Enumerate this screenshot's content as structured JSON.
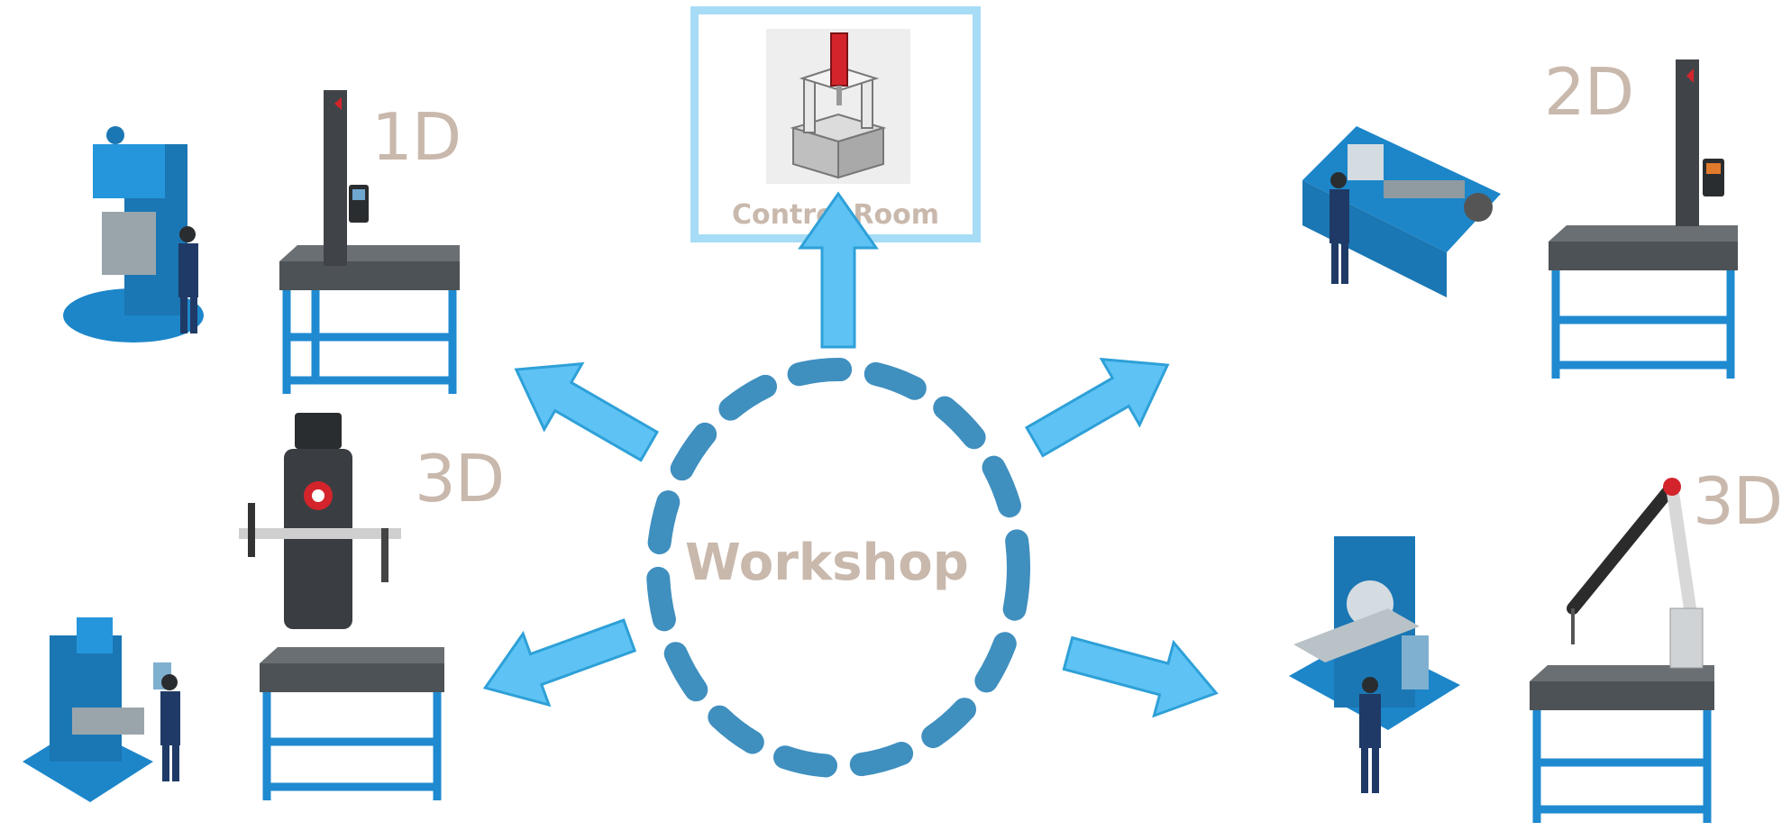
{
  "control_room": {
    "label": "Control Room"
  },
  "center": {
    "label": "Workshop"
  },
  "labels": {
    "top_left": "1D",
    "top_right": "2D",
    "mid_left": "3D",
    "mid_right": "3D"
  },
  "colors": {
    "arrow_fill": "#5ec3f4",
    "arrow_stroke": "#2ea0d8",
    "circle_dash": "#3f8fbf",
    "label_text": "#c9b8ac",
    "machine_blue": "#1c86c9",
    "table_frame": "#1f8ad0",
    "granite": "#555a5e",
    "box_border": "#a6dcf6"
  },
  "icons": [
    "cmm-machine-icon",
    "height-gauge-icon",
    "portable-cmm-icon",
    "measuring-arm-icon",
    "press-machine-icon",
    "lathe-machine-icon",
    "milling-machine-icon",
    "worker-icon",
    "granite-table-icon"
  ]
}
